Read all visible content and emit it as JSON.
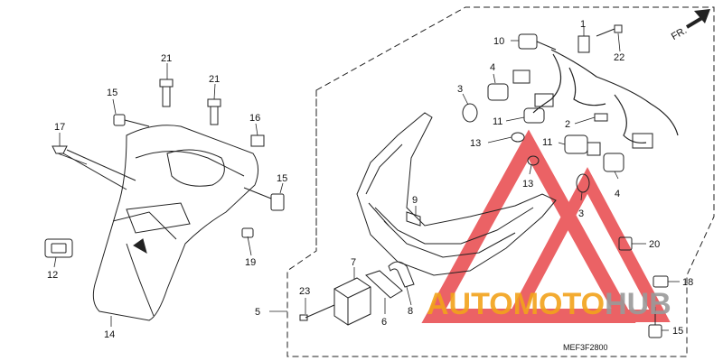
{
  "diagram": {
    "drawing_code": "MEF3F2800",
    "front_arrow_label": "FR.",
    "colors": {
      "line": "#222222",
      "watermark_red": "#e8474b",
      "watermark_orange": "#f2a31b",
      "watermark_gray": "#9a9a9a"
    },
    "callouts": [
      {
        "id": "c1",
        "label": "1"
      },
      {
        "id": "c2",
        "label": "2"
      },
      {
        "id": "c3a",
        "label": "3"
      },
      {
        "id": "c3b",
        "label": "3"
      },
      {
        "id": "c4a",
        "label": "4"
      },
      {
        "id": "c4b",
        "label": "4"
      },
      {
        "id": "c5",
        "label": "5"
      },
      {
        "id": "c6",
        "label": "6"
      },
      {
        "id": "c7",
        "label": "7"
      },
      {
        "id": "c8",
        "label": "8"
      },
      {
        "id": "c9",
        "label": "9"
      },
      {
        "id": "c10",
        "label": "10"
      },
      {
        "id": "c11a",
        "label": "11"
      },
      {
        "id": "c11b",
        "label": "11"
      },
      {
        "id": "c12",
        "label": "12"
      },
      {
        "id": "c13a",
        "label": "13"
      },
      {
        "id": "c13b",
        "label": "13"
      },
      {
        "id": "c14",
        "label": "14"
      },
      {
        "id": "c15a",
        "label": "15"
      },
      {
        "id": "c15b",
        "label": "15"
      },
      {
        "id": "c15c",
        "label": "15"
      },
      {
        "id": "c16",
        "label": "16"
      },
      {
        "id": "c17",
        "label": "17"
      },
      {
        "id": "c18",
        "label": "18"
      },
      {
        "id": "c19",
        "label": "19"
      },
      {
        "id": "c20",
        "label": "20"
      },
      {
        "id": "c21a",
        "label": "21"
      },
      {
        "id": "c21b",
        "label": "21"
      },
      {
        "id": "c22",
        "label": "22"
      },
      {
        "id": "c23",
        "label": "23"
      }
    ]
  },
  "watermark": {
    "word_part1": "AUTOMOTO",
    "word_part2": "HUB"
  }
}
